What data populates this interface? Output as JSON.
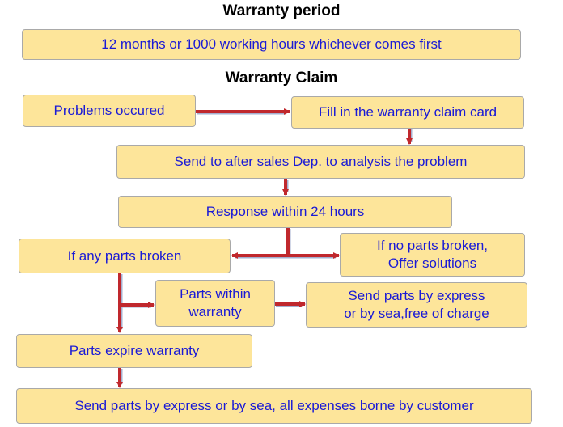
{
  "colors": {
    "box_fill": "#fde59a",
    "box_border": "#a9a9a9",
    "text": "#1a1ad6",
    "arrow": "#c0282d",
    "arrow_shadow": "#5a6fa8"
  },
  "headings": {
    "period": "Warranty period",
    "claim": "Warranty Claim"
  },
  "boxes": {
    "period_text": "12 months or 1000 working hours whichever comes first",
    "problems": "Problems occured",
    "fill_card": "Fill in the warranty claim card",
    "send_after_sales": "Send to after sales Dep. to analysis the problem",
    "response": "Response within 24 hours",
    "parts_broken": "If any parts broken",
    "no_parts": "If no parts broken,\nOffer solutions",
    "within_warranty": "Parts within\nwarranty",
    "send_free": "Send parts by express\nor by sea,free of charge",
    "expire": "Parts expire warranty",
    "send_customer": "Send parts by express or by sea, all expenses borne by customer"
  }
}
